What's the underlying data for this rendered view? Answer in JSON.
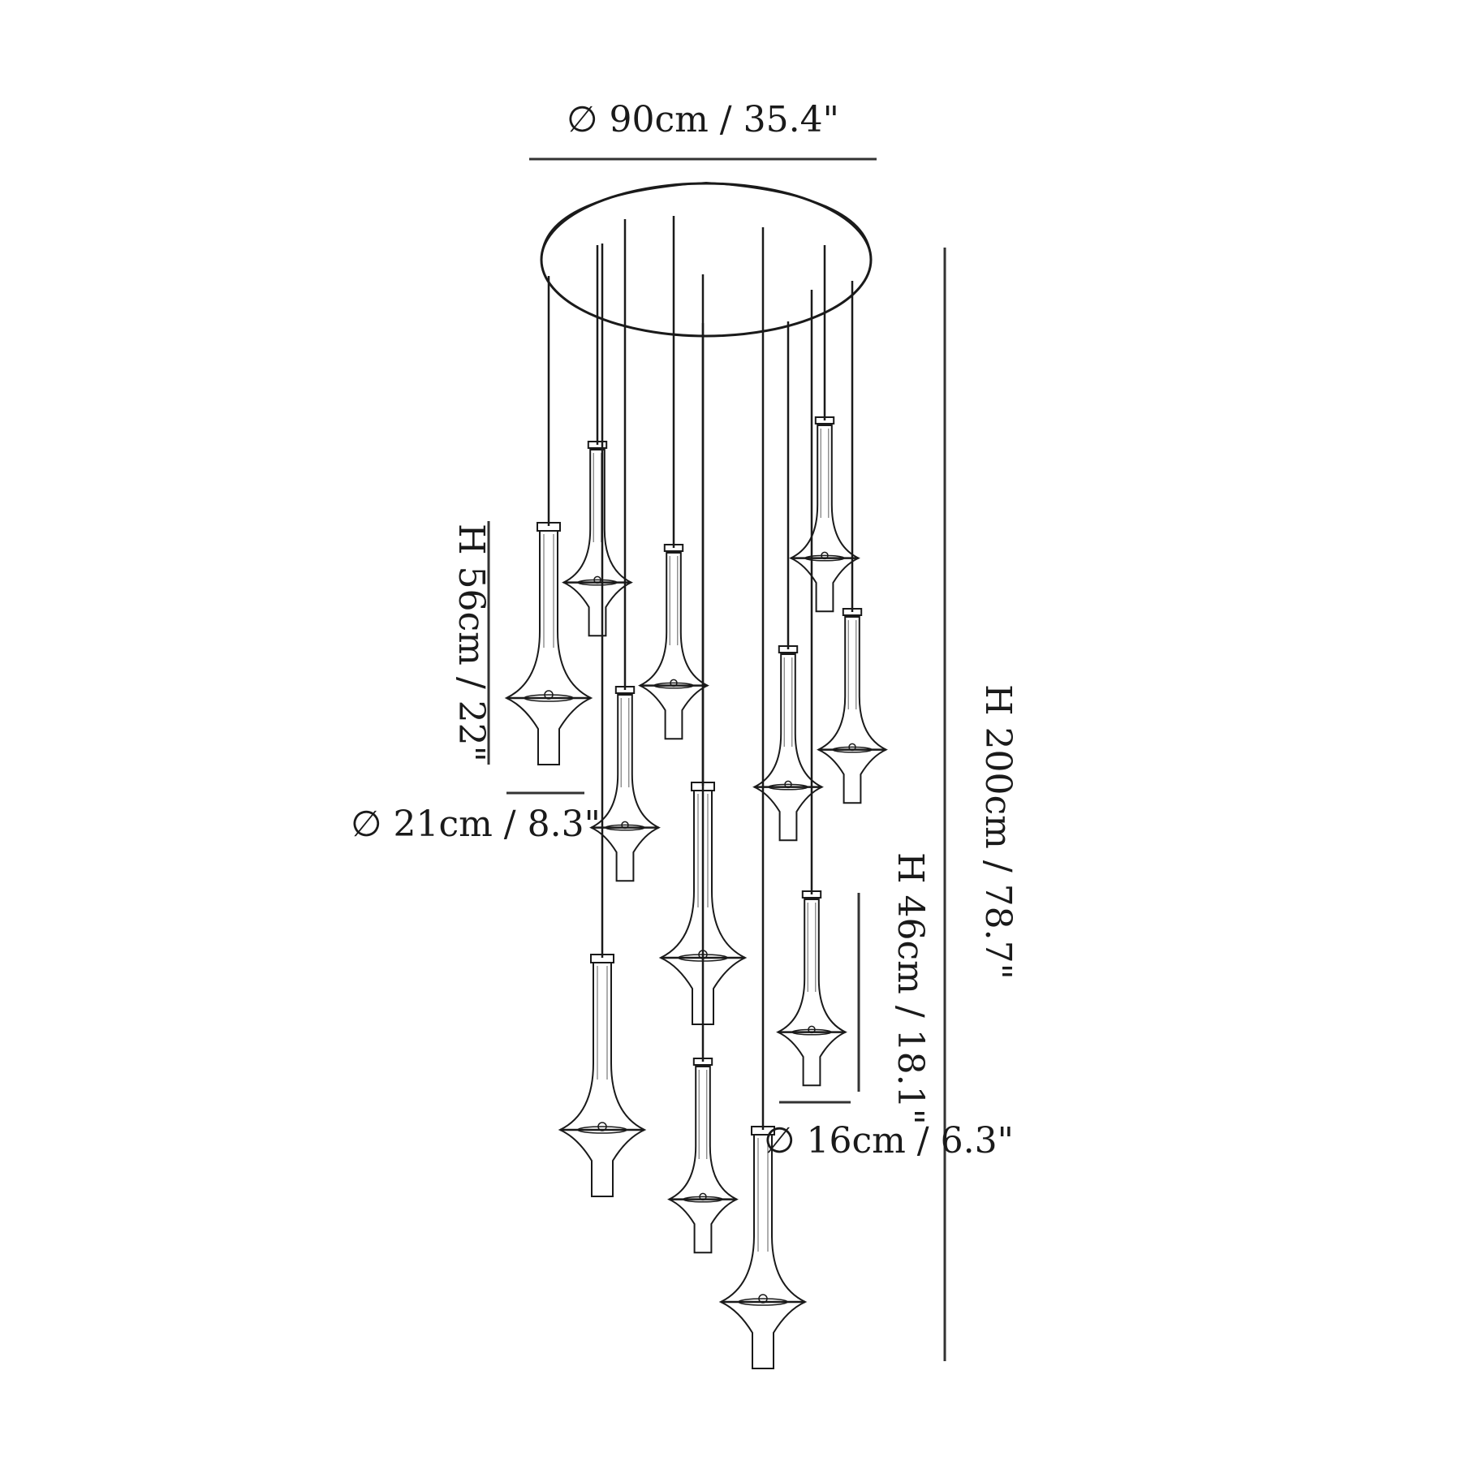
{
  "dimensions": {
    "canopy_diameter": "∅ 90cm / 35.4\"",
    "total_height": "H 200cm / 78.7\"",
    "large_pendant_height": "H 56cm / 22\"",
    "large_pendant_diameter": "∅ 21cm / 8.3\"",
    "small_pendant_height": "H 46cm / 18.1\"",
    "small_pendant_diameter": "∅ 16cm / 6.3\""
  },
  "colors": {
    "line": "#1a1a1a",
    "background": "#ffffff"
  }
}
